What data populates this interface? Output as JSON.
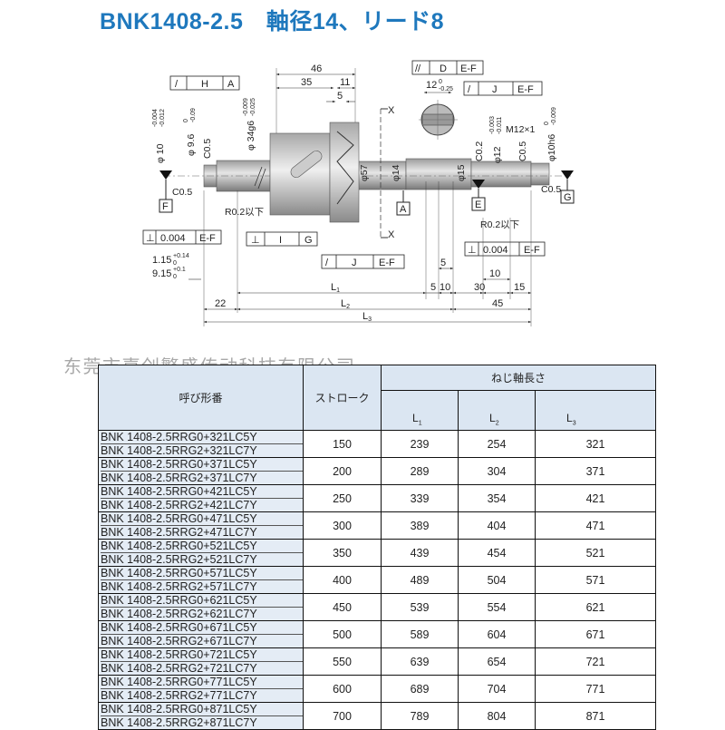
{
  "title": "BNK1408-2.5　軸径14、リード8",
  "watermark": "东莞市嘉创繁盛传动科技有限公司",
  "drawing": {
    "dim_46": "46",
    "dim_35": "35",
    "dim_11": "11",
    "dim_5": "5",
    "fc_H": {
      "sym": "/",
      "datum": "H",
      "ref": "A"
    },
    "fc_D": {
      "sym": "//",
      "datum": "D",
      "ref": "E-F"
    },
    "fc_J_top": {
      "sym": "/",
      "datum": "J",
      "ref": "E-F"
    },
    "fc_I": {
      "sym": "⊥",
      "datum": "I",
      "ref": "G"
    },
    "fc_J_bottom": {
      "sym": "/",
      "datum": "J",
      "ref": "E-F"
    },
    "fc_left_perp": {
      "sym": "⊥",
      "value": "0.004",
      "ref": "E-F"
    },
    "fc_right_perp": {
      "sym": "⊥",
      "value": "0.004",
      "ref": "E-F"
    },
    "datums": [
      "F",
      "A",
      "E",
      "G"
    ],
    "label_10": "φ 10",
    "tol_10": [
      "-0.004",
      "-0.012"
    ],
    "label_96": "φ 9.6",
    "tol_96": [
      "0",
      "-0.09"
    ],
    "label_34": "φ 34g6",
    "tol_34": [
      "-0.009",
      "-0.025"
    ],
    "label_c05_a": "C0.5",
    "label_c05_b": "C0.5",
    "label_c05_c": "C0.5",
    "label_c05_d": "C0.5",
    "label_c02": "C0.2",
    "label_57": "φ57",
    "label_14": "φ14",
    "label_15": "φ15",
    "label_12": "φ12",
    "tol_12": [
      "-0.003",
      "-0.011"
    ],
    "label_10h6": "φ10h6",
    "tol_10h6": [
      "0",
      "-0.009"
    ],
    "label_m12": "M12×1",
    "r02_left": "R0.2以下",
    "r02_right": "R0.2以下",
    "x_label": "X",
    "flat_12": "12",
    "flat_12_tol": [
      "0",
      "-0.25"
    ],
    "dim_115": "1.15",
    "tol_115": [
      "+0.14",
      "0"
    ],
    "dim_915": "9.15",
    "tol_915": [
      "+0.1",
      "0"
    ],
    "dim_22": "22",
    "dim_L1": "L",
    "sub_L1": "1",
    "dim_L2": "L",
    "sub_L2": "2",
    "dim_L3": "L",
    "sub_L3": "3",
    "dim_b5": "5",
    "dim_b5b": "5",
    "dim_b10": "10",
    "dim_b10b": "10",
    "dim_30": "30",
    "dim_15": "15",
    "dim_45": "45"
  },
  "table": {
    "col_model": "呼び形番",
    "col_stroke": "ストローク",
    "col_length": "ねじ軸長さ",
    "sub_L": "L",
    "sub_1": "1",
    "sub_2": "2",
    "sub_3": "3",
    "rows": [
      {
        "m1": "BNK 1408-2.5RRG0+321LC5Y",
        "m2": "BNK 1408-2.5RRG2+321LC7Y",
        "stroke": "150",
        "l1": "239",
        "l2": "254",
        "l3": "321"
      },
      {
        "m1": "BNK 1408-2.5RRG0+371LC5Y",
        "m2": "BNK 1408-2.5RRG2+371LC7Y",
        "stroke": "200",
        "l1": "289",
        "l2": "304",
        "l3": "371"
      },
      {
        "m1": "BNK 1408-2.5RRG0+421LC5Y",
        "m2": "BNK 1408-2.5RRG2+421LC7Y",
        "stroke": "250",
        "l1": "339",
        "l2": "354",
        "l3": "421"
      },
      {
        "m1": "BNK 1408-2.5RRG0+471LC5Y",
        "m2": "BNK 1408-2.5RRG2+471LC7Y",
        "stroke": "300",
        "l1": "389",
        "l2": "404",
        "l3": "471"
      },
      {
        "m1": "BNK 1408-2.5RRG0+521LC5Y",
        "m2": "BNK 1408-2.5RRG2+521LC7Y",
        "stroke": "350",
        "l1": "439",
        "l2": "454",
        "l3": "521"
      },
      {
        "m1": "BNK 1408-2.5RRG0+571LC5Y",
        "m2": "BNK 1408-2.5RRG2+571LC7Y",
        "stroke": "400",
        "l1": "489",
        "l2": "504",
        "l3": "571"
      },
      {
        "m1": "BNK 1408-2.5RRG0+621LC5Y",
        "m2": "BNK 1408-2.5RRG2+621LC7Y",
        "stroke": "450",
        "l1": "539",
        "l2": "554",
        "l3": "621"
      },
      {
        "m1": "BNK 1408-2.5RRG0+671LC5Y",
        "m2": "BNK 1408-2.5RRG2+671LC7Y",
        "stroke": "500",
        "l1": "589",
        "l2": "604",
        "l3": "671"
      },
      {
        "m1": "BNK 1408-2.5RRG0+721LC5Y",
        "m2": "BNK 1408-2.5RRG2+721LC7Y",
        "stroke": "550",
        "l1": "639",
        "l2": "654",
        "l3": "721"
      },
      {
        "m1": "BNK 1408-2.5RRG0+771LC5Y",
        "m2": "BNK 1408-2.5RRG2+771LC7Y",
        "stroke": "600",
        "l1": "689",
        "l2": "704",
        "l3": "771"
      },
      {
        "m1": "BNK 1408-2.5RRG0+871LC5Y",
        "m2": "BNK 1408-2.5RRG2+871LC7Y",
        "stroke": "700",
        "l1": "789",
        "l2": "804",
        "l3": "871"
      }
    ]
  }
}
